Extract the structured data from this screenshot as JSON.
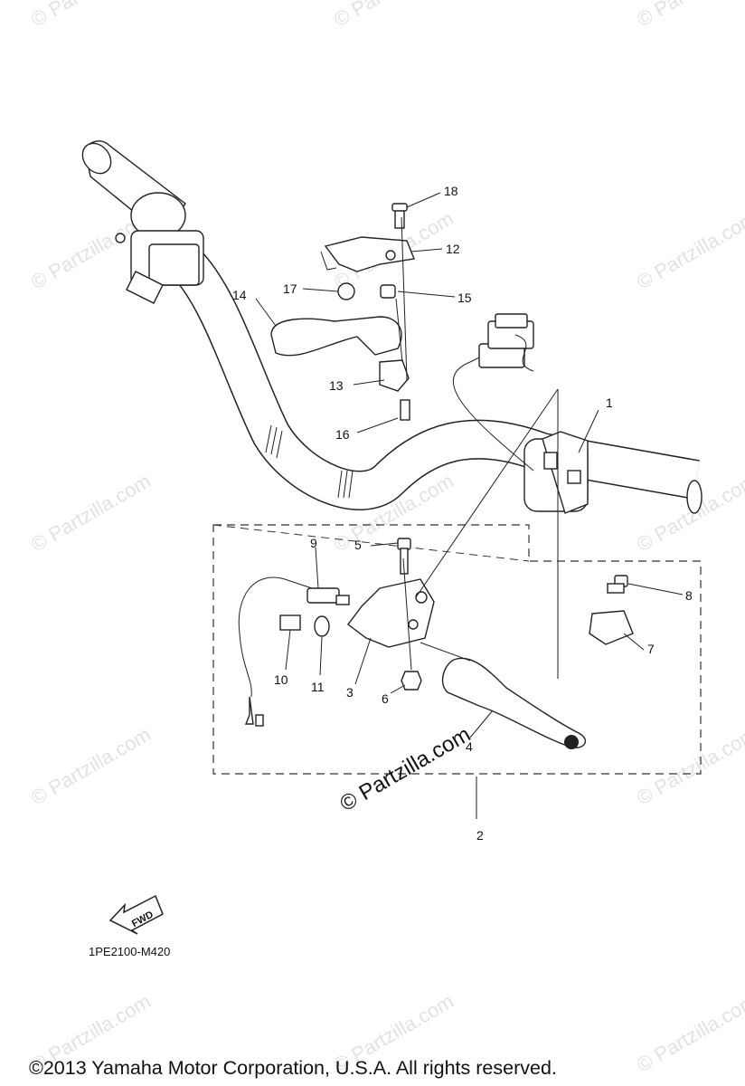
{
  "callouts": [
    {
      "id": "1",
      "text": "1"
    },
    {
      "id": "2",
      "text": "2"
    },
    {
      "id": "3",
      "text": "3"
    },
    {
      "id": "4",
      "text": "4"
    },
    {
      "id": "5",
      "text": "5"
    },
    {
      "id": "6",
      "text": "6"
    },
    {
      "id": "7",
      "text": "7"
    },
    {
      "id": "8",
      "text": "8"
    },
    {
      "id": "9",
      "text": "9"
    },
    {
      "id": "10",
      "text": "10"
    },
    {
      "id": "11",
      "text": "11"
    },
    {
      "id": "12",
      "text": "12"
    },
    {
      "id": "13",
      "text": "13"
    },
    {
      "id": "14",
      "text": "14"
    },
    {
      "id": "15",
      "text": "15"
    },
    {
      "id": "16",
      "text": "16"
    },
    {
      "id": "17",
      "text": "17"
    },
    {
      "id": "18",
      "text": "18"
    }
  ],
  "fwd_label": "FWD",
  "diagram_code": "1PE2100-M420",
  "watermark": "© Partzilla.com",
  "watermark_main": "© Partzilla.com",
  "copyright": "©2013  Yamaha Motor Corporation, U.S.A. All rights reserved."
}
